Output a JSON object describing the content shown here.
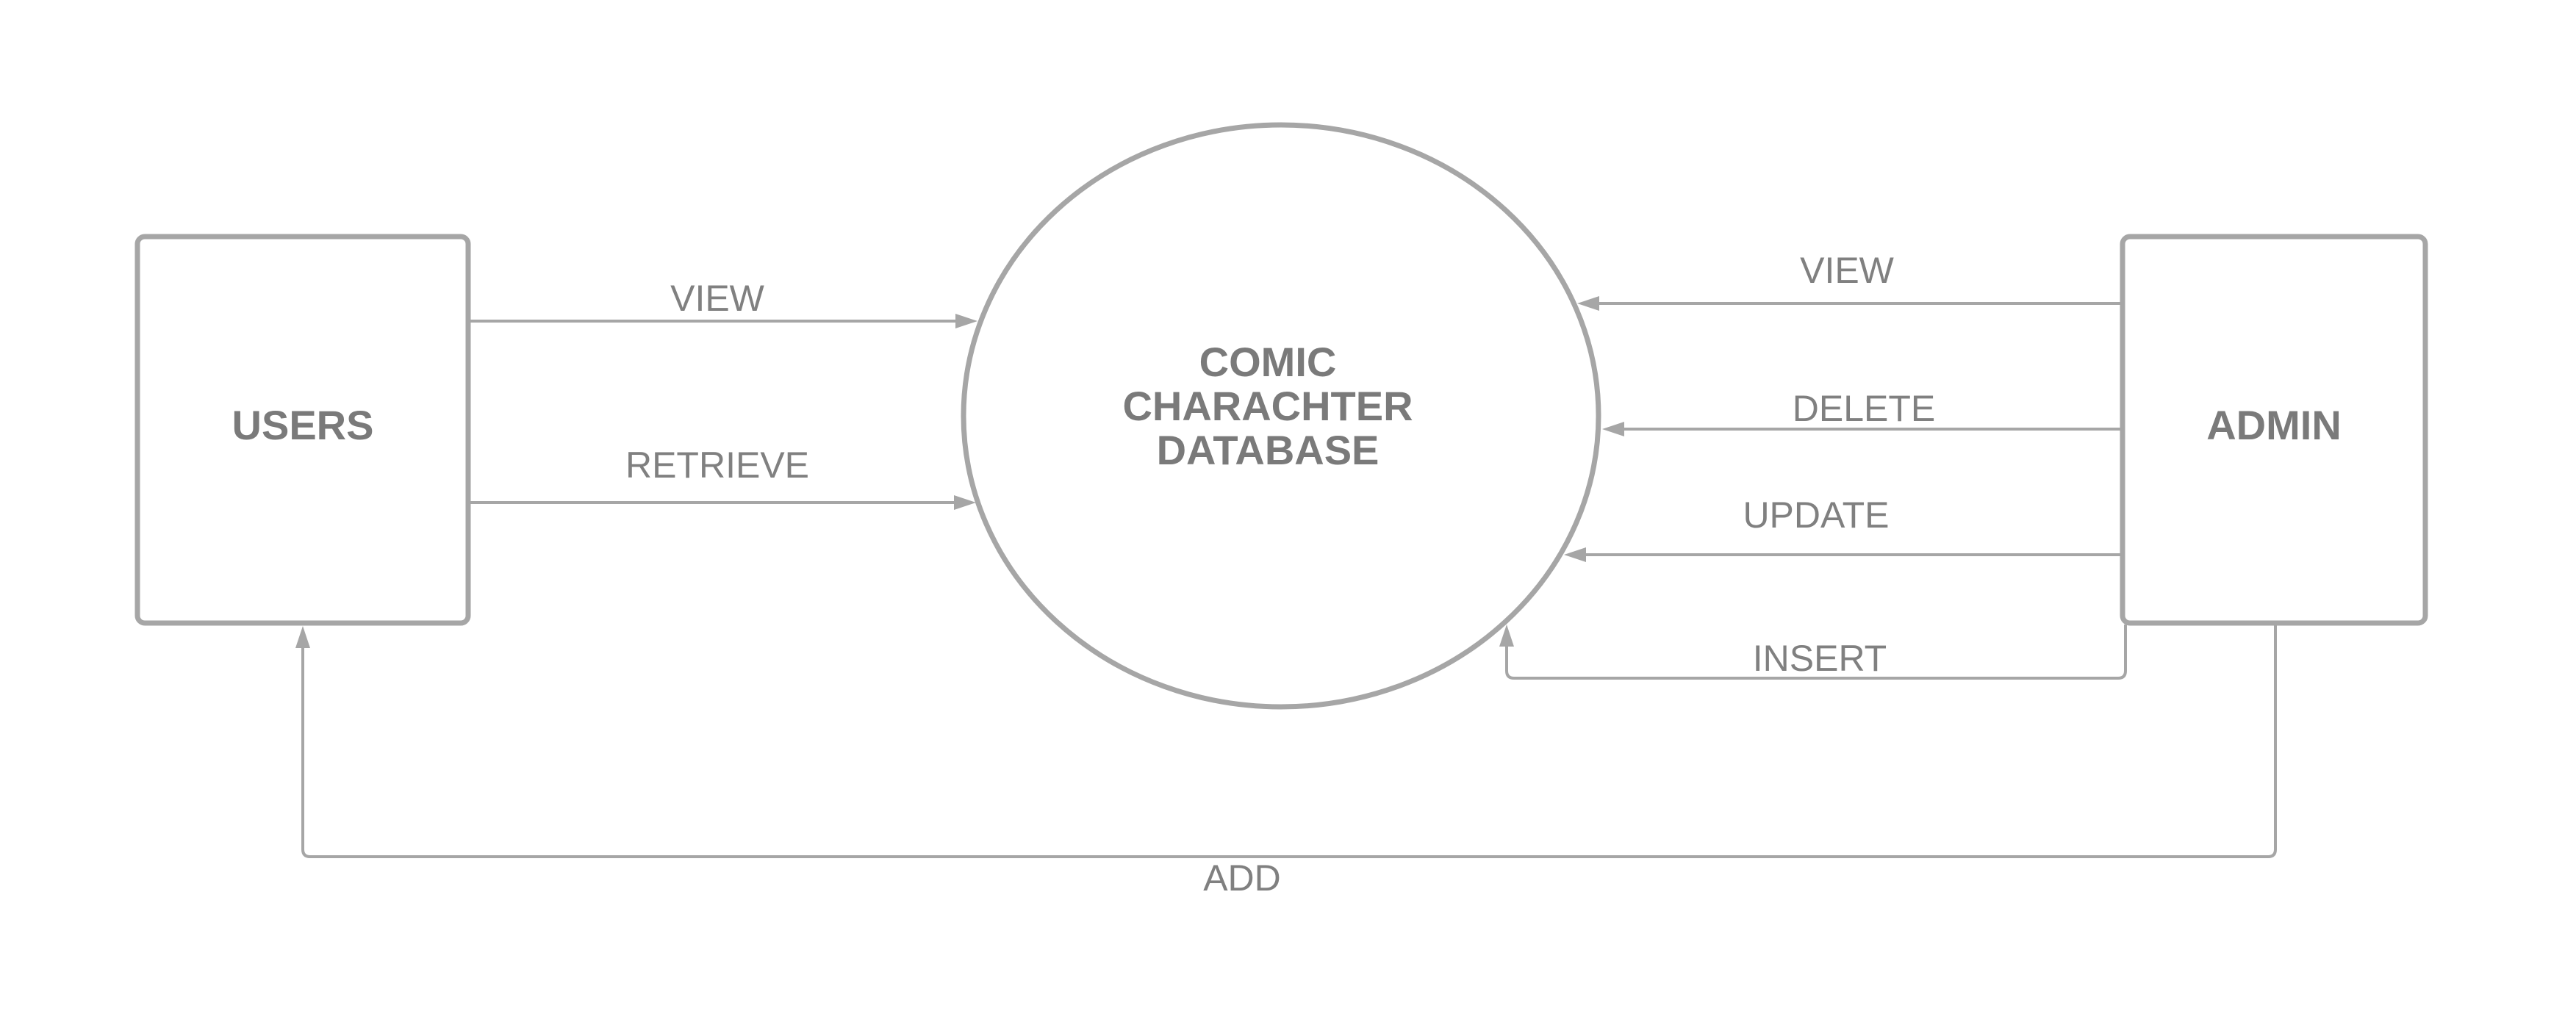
{
  "diagram": {
    "nodes": {
      "users": "USERS",
      "database": [
        "COMIC",
        "CHARACHTER",
        "DATABASE"
      ],
      "admin": "ADMIN"
    },
    "edges": {
      "users_view": "VIEW",
      "users_retrieve": "RETRIEVE",
      "admin_view": "VIEW",
      "admin_delete": "DELETE",
      "admin_update": "UPDATE",
      "admin_insert": "INSERT",
      "admin_add": "ADD"
    },
    "colors": {
      "stroke": "#a6a6a6",
      "text": "#7a7a7a"
    }
  }
}
